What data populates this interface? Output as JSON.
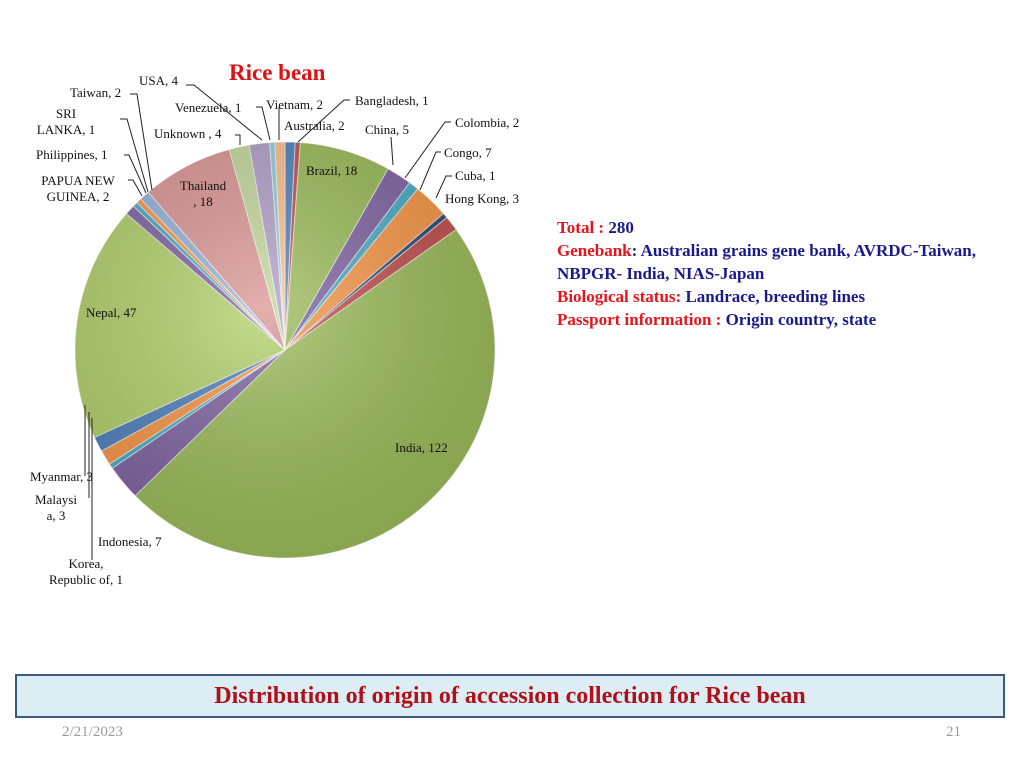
{
  "slide": {
    "date": "2/21/2023",
    "page": "21",
    "banner": "Distribution of origin of accession collection for Rice bean"
  },
  "info": {
    "total_label": "Total :",
    "total_value": "280",
    "genebank_label": "Genebank",
    "genebank_value": ": Australian grains gene bank, AVRDC-Taiwan, NBPGR- India, NIAS-Japan",
    "bio_label": "Biological status:",
    "bio_value": "Landrace, breeding lines",
    "passport_label": "Passport information :",
    "passport_value": "Origin country, state"
  },
  "chart_data": {
    "type": "pie",
    "title": "Rice bean",
    "categories": [
      "Australia",
      "Bangladesh",
      "Brazil",
      "China",
      "Colombia",
      "Congo",
      "Cuba",
      "Hong Kong",
      "India",
      "Indonesia",
      "Korea, Republic of",
      "Malaysia",
      "Myanmar",
      "Nepal",
      "PAPUA NEW GUINEA",
      "Philippines",
      "SRI LANKA",
      "Taiwan",
      "Thailand",
      "Unknown",
      "USA",
      "Venezuela",
      "Vietnam"
    ],
    "values": [
      2,
      1,
      18,
      5,
      2,
      7,
      1,
      3,
      122,
      7,
      1,
      3,
      3,
      47,
      2,
      1,
      1,
      2,
      18,
      4,
      4,
      1,
      2
    ],
    "labels": [
      "Australia, 2",
      "Bangladesh, 1",
      "Brazil, 18",
      "China, 5",
      "Colombia, 2",
      "Congo, 7",
      "Cuba, 1",
      "Hong Kong, 3",
      "India, 122",
      "Indonesia, 7",
      "Korea,\nRepublic of, 1",
      "Malaysi\na, 3",
      "Myanmar, 3",
      "Nepal, 47",
      "PAPUA NEW\nGUINEA, 2",
      "Philippines, 1",
      "SRI\nLANKA, 1",
      "Taiwan, 2",
      "Thailand\n, 18",
      "Unknown , 4",
      "USA, 4",
      "Venezuela, 1",
      "Vietnam, 2"
    ],
    "colors": [
      "#4f81bd",
      "#c0504d",
      "#9bbb59",
      "#8064a2",
      "#4bacc6",
      "#f79646",
      "#2c4d75",
      "#c0504d",
      "#9bbb59",
      "#8064a2",
      "#4bacc6",
      "#f79646",
      "#4f81bd",
      "#b3d06b",
      "#8064a2",
      "#4bacc6",
      "#f79646",
      "#95b3d7",
      "#da9694",
      "#c4d79b",
      "#b1a0c7",
      "#92cddc",
      "#fabf8f"
    ],
    "legend": "none"
  }
}
